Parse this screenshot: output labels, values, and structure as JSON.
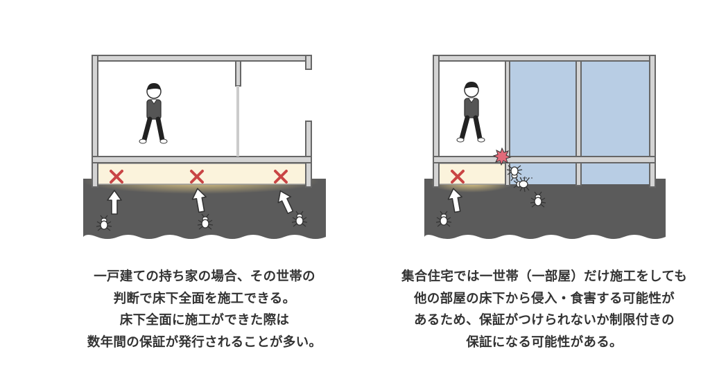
{
  "left_panel": {
    "caption_lines": [
      "一戸建ての持ち家の場合、その世帯の",
      "判断で床下全面を施工できる。",
      "床下全面に施工ができた際は",
      "数年間の保証が発行されることが多い。"
    ]
  },
  "right_panel": {
    "caption_lines": [
      "集合住宅では一世帯（一部屋）だけ施工をしても",
      "他の部屋の床下から侵入・食害する可能性が",
      "あるため、保証がつけられないか制限付きの",
      "保証になる可能性がある。"
    ]
  },
  "colors": {
    "ground": "#5b5b5b",
    "wall": "#d4d4d4",
    "treated_crawlspace": "#fbf3dc",
    "untreated_unit": "#b8cde4",
    "cross_mark": "#c94545"
  }
}
